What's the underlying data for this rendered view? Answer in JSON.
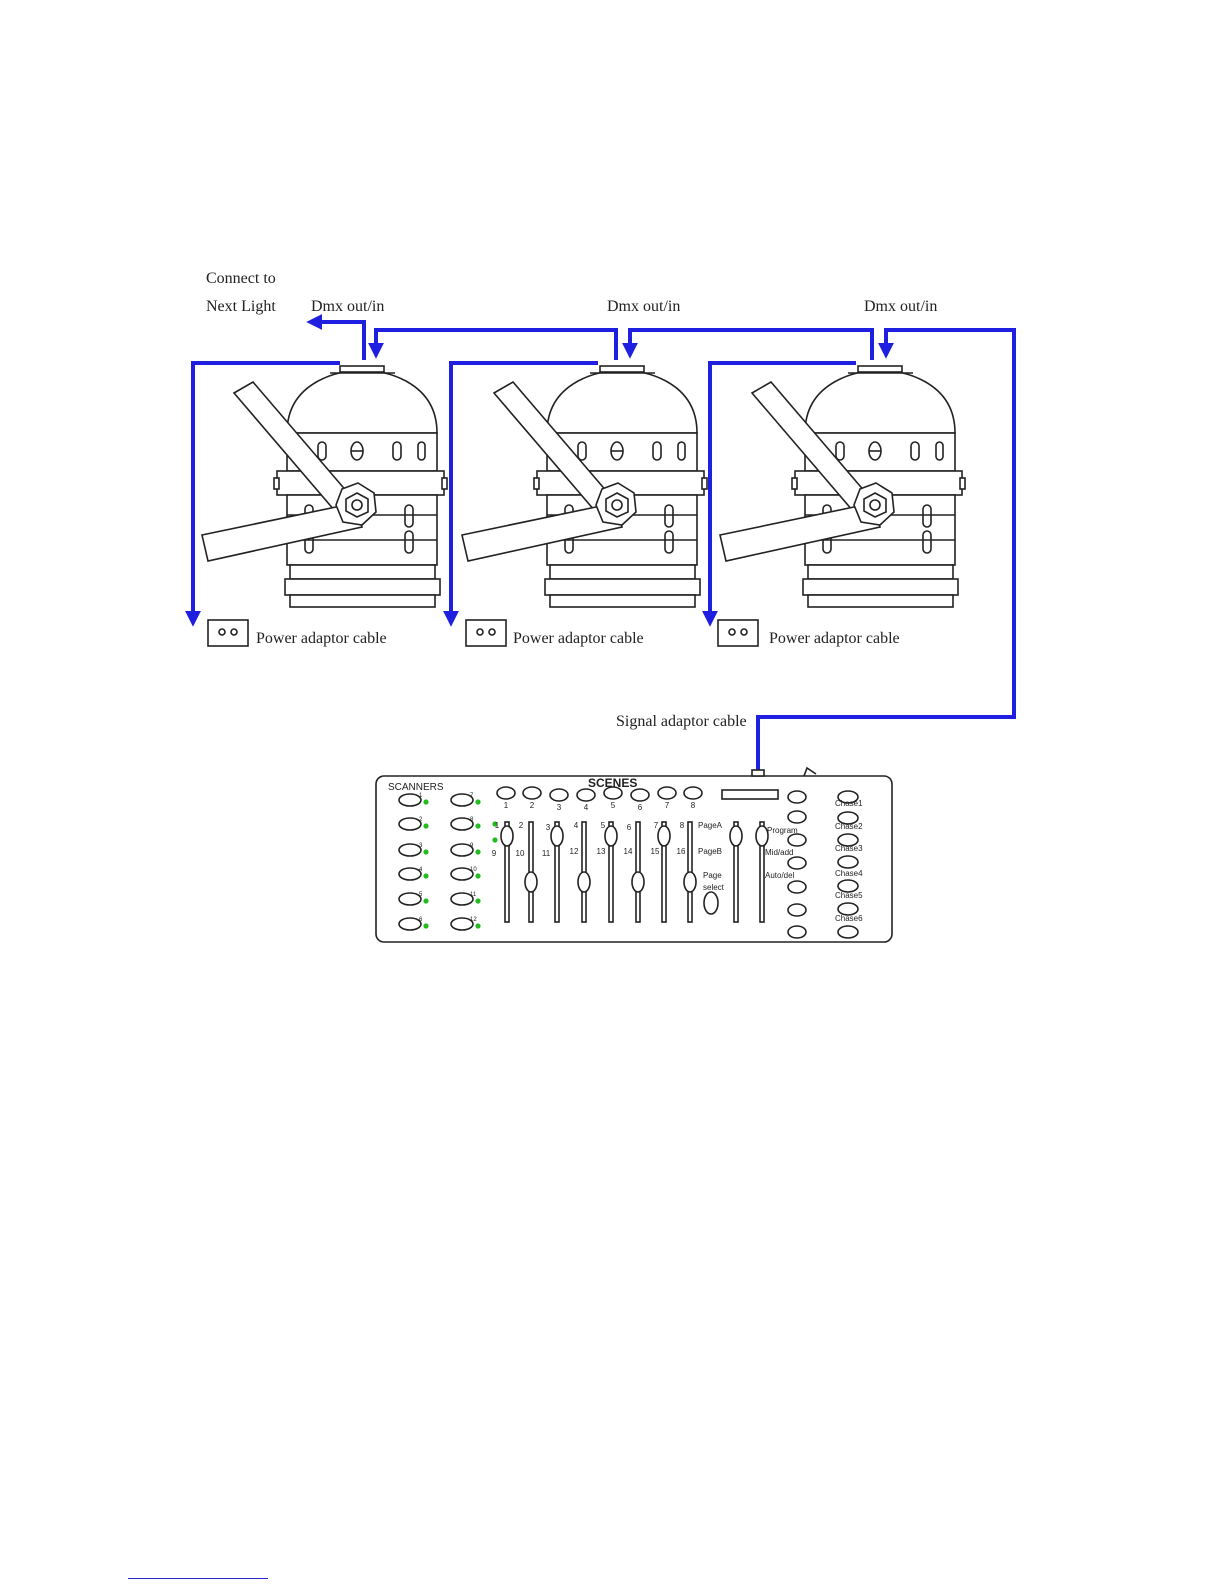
{
  "labels": {
    "connect_line1": "Connect to",
    "connect_line2": "Next Light",
    "dmx": [
      "Dmx out/in",
      "Dmx out/in",
      "Dmx out/in"
    ],
    "power": [
      "Power adaptor cable",
      "Power adaptor cable",
      "Power adaptor cable"
    ],
    "signal": "Signal adaptor cable"
  },
  "controller": {
    "scanners_title": "SCANNERS",
    "scenes_title": "SCENES",
    "scanner_numbers_left": [
      "1",
      "2",
      "3",
      "4",
      "5",
      "6"
    ],
    "scanner_numbers_right": [
      "7",
      "8",
      "9",
      "10",
      "11",
      "12"
    ],
    "scene_numbers": [
      "1",
      "2",
      "3",
      "4",
      "5",
      "6",
      "7",
      "8"
    ],
    "fader_numbers_top": [
      "1",
      "2",
      "3",
      "4",
      "5",
      "6",
      "7",
      "8"
    ],
    "fader_numbers_bottom": [
      "9",
      "10",
      "11",
      "12",
      "13",
      "14",
      "15",
      "16"
    ],
    "page_a": "PageA",
    "page_b": "PageB",
    "page_select_line1": "Page",
    "page_select_line2": "select",
    "program": "Program",
    "midi_add": "Mid/add",
    "auto_del": "Auto/del",
    "chases": [
      "Chase1",
      "Chase2",
      "Chase3",
      "Chase4",
      "Chase5",
      "Chase6"
    ]
  },
  "colors": {
    "cable": "#1f1fe0",
    "led": "#22bb22",
    "line": "#222222"
  }
}
